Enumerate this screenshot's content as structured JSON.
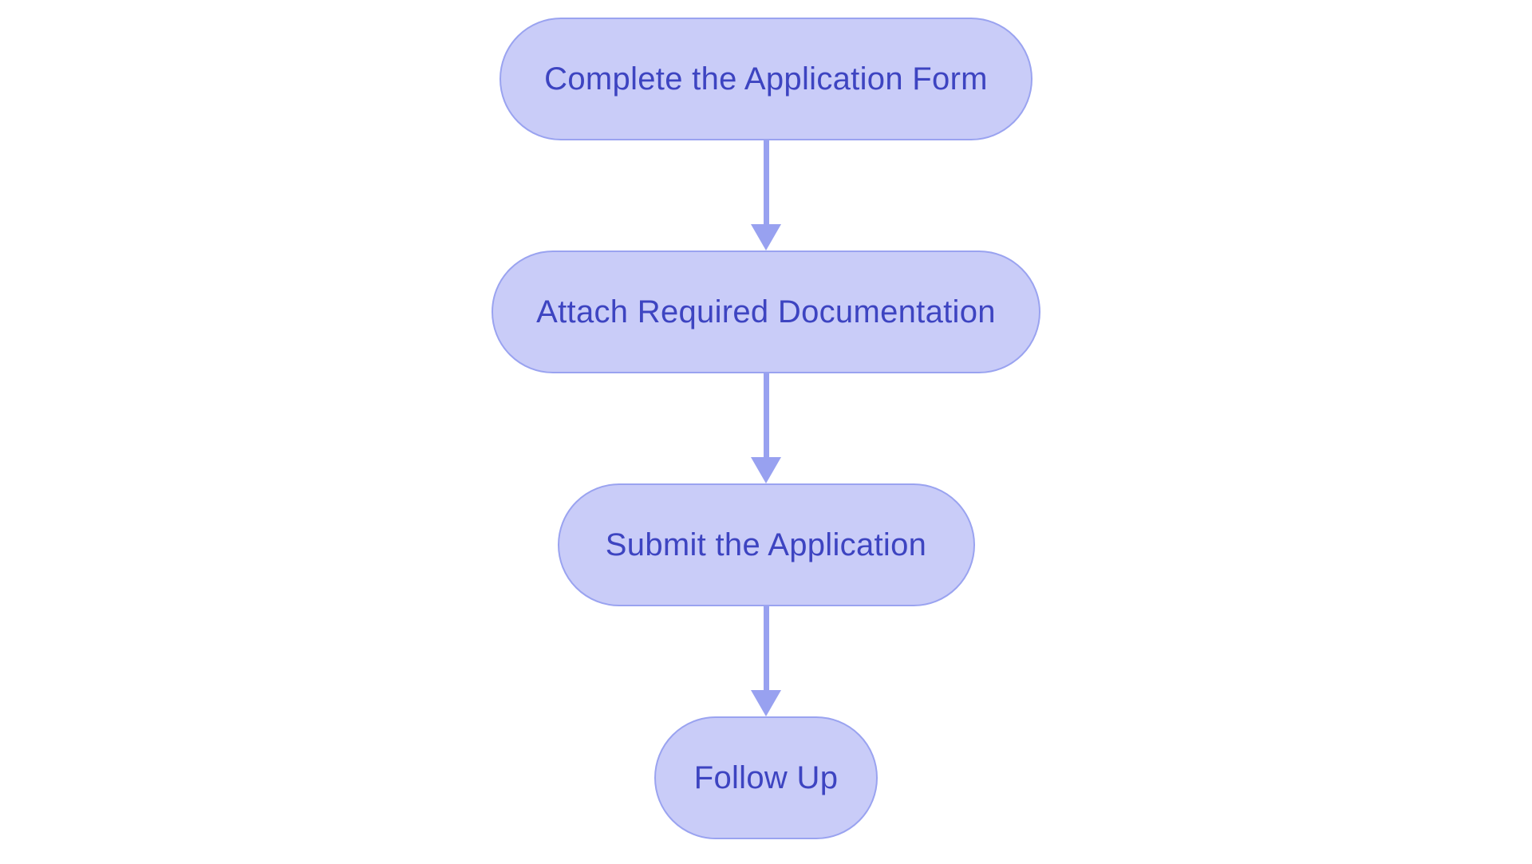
{
  "theme": {
    "background": "#ffffff",
    "node_fill": "#c9ccf8",
    "node_border": "#9aa3f0",
    "arrow_color": "#98a1f0",
    "text_color": "#3d44c1"
  },
  "diagram": {
    "type": "flowchart",
    "direction": "top-down",
    "nodes": [
      {
        "id": "step-1",
        "label": "Complete the Application Form"
      },
      {
        "id": "step-2",
        "label": "Attach Required Documentation"
      },
      {
        "id": "step-3",
        "label": "Submit the Application"
      },
      {
        "id": "step-4",
        "label": "Follow Up"
      }
    ],
    "edges": [
      {
        "from": "step-1",
        "to": "step-2"
      },
      {
        "from": "step-2",
        "to": "step-3"
      },
      {
        "from": "step-3",
        "to": "step-4"
      }
    ]
  }
}
